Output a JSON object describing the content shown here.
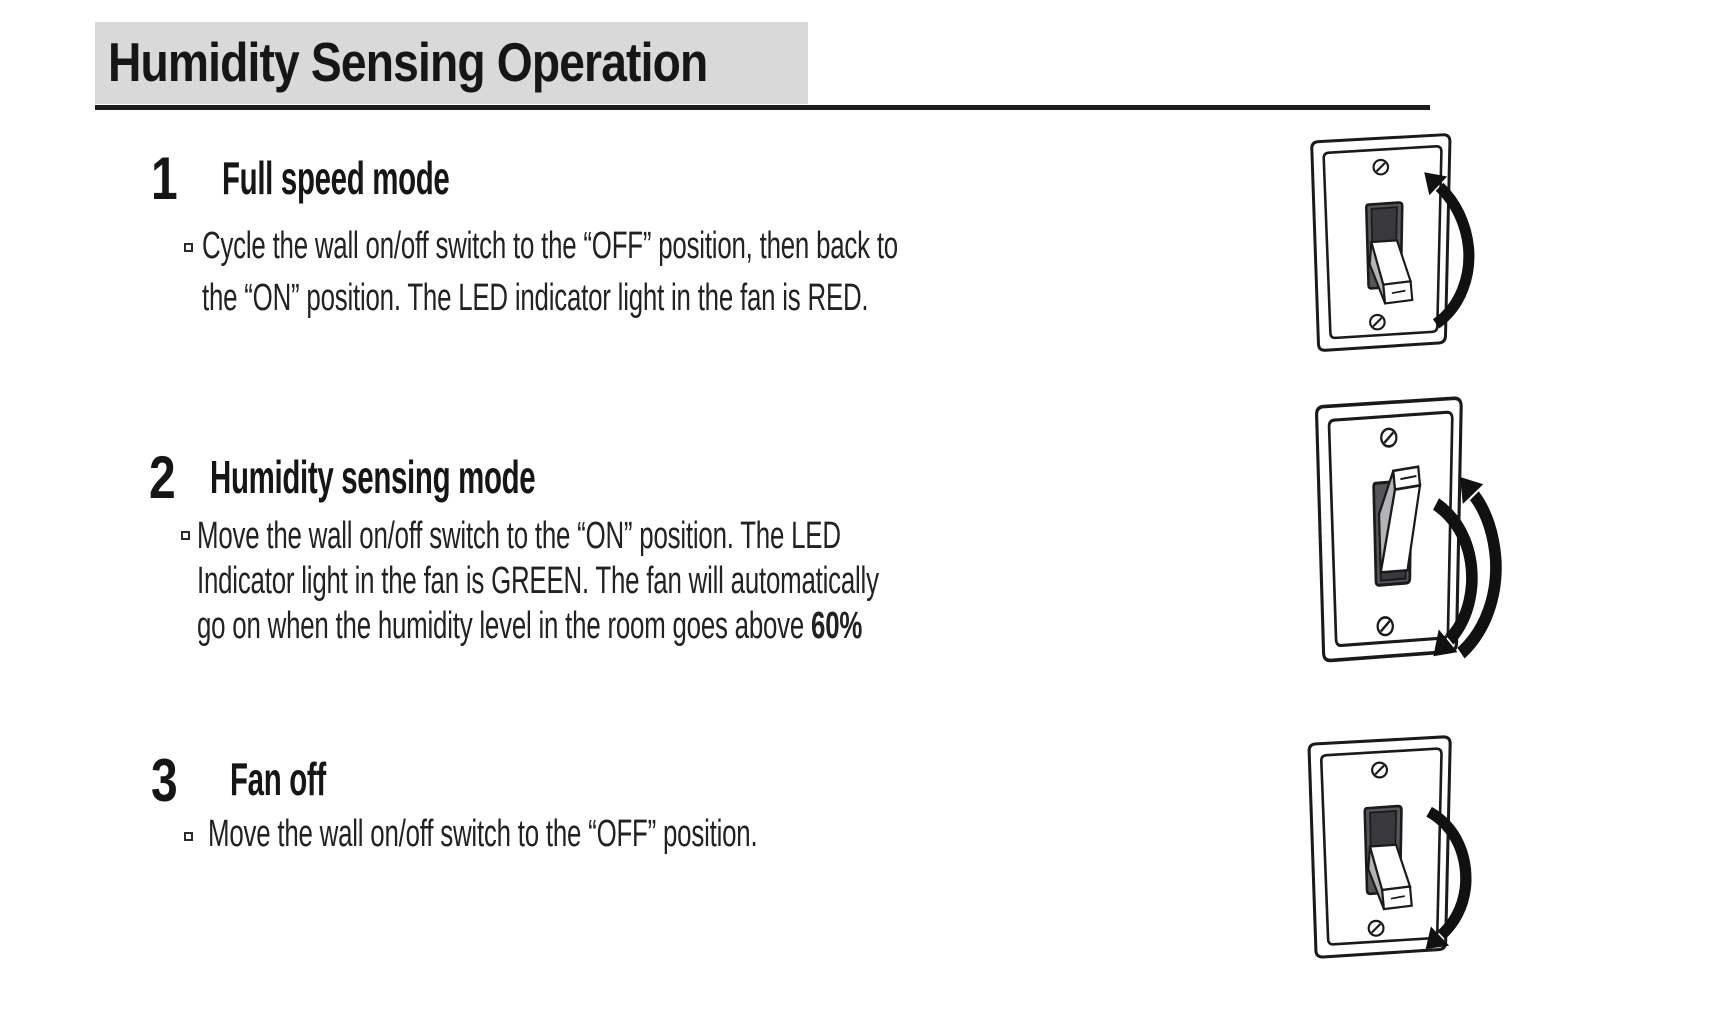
{
  "header": {
    "title": "Humidity Sensing Operation"
  },
  "steps": [
    {
      "number": "1",
      "heading": "Full speed mode",
      "lines": [
        "Cycle the wall on/off switch to the “OFF” position, then back to",
        "the “ON” position. The LED indicator light in the fan is RED."
      ]
    },
    {
      "number": "2",
      "heading": "Humidity sensing mode",
      "lines": [
        "Move the wall on/off switch to the “ON” position. The LED",
        "Indicator light in the fan is GREEN. The fan will automatically",
        "go on when the humidity level in the room goes above "
      ],
      "bold_value": "60%"
    },
    {
      "number": "3",
      "heading": "Fan off",
      "lines": [
        "Move the wall on/off switch to the “OFF” position."
      ]
    }
  ],
  "illustrations": [
    {
      "name": "wall-switch-cycle-to-on",
      "switch_position": "down",
      "arrow_direction": "up"
    },
    {
      "name": "wall-switch-on-cycling",
      "switch_position": "up",
      "arrow_direction": "down-and-up"
    },
    {
      "name": "wall-switch-to-off",
      "switch_position": "down",
      "arrow_direction": "down"
    }
  ],
  "colors": {
    "title_bar_bg": "#d9d9d9",
    "text": "#1d1d1d",
    "line_art": "#1a1a1a",
    "switch_recess": "#55555a",
    "switch_slot": "#39393d",
    "lever_shade": "#b4b4b6"
  }
}
